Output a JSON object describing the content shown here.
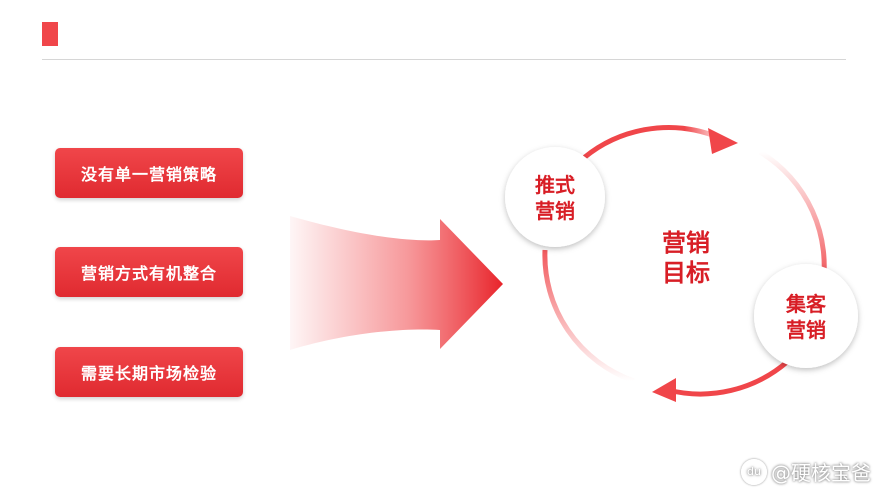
{
  "colors": {
    "accent": "#f0464a",
    "dark_red": "#e02a30",
    "text_red": "#d81e26"
  },
  "left_items": [
    {
      "label": "没有单一营销策略"
    },
    {
      "label": "营销方式有机整合"
    },
    {
      "label": "需要长期市场检验"
    }
  ],
  "cycle": {
    "center_line1": "营销",
    "center_line2": "目标",
    "node_push_line1": "推式",
    "node_push_line2": "营销",
    "node_gather_line1": "集客",
    "node_gather_line2": "营销"
  },
  "watermark": {
    "text": "@硬核宝爸",
    "icon": "baidu-paw-icon"
  }
}
